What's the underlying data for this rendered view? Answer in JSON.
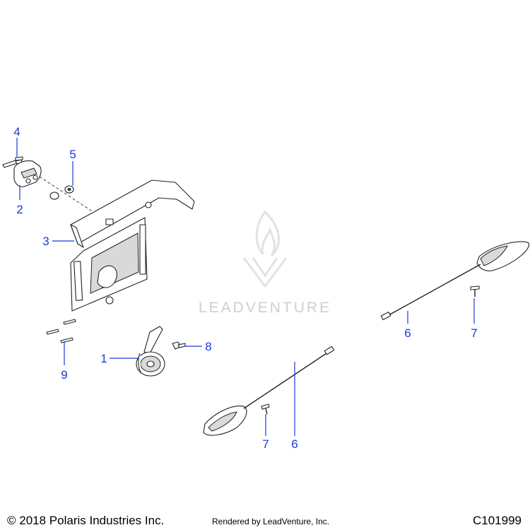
{
  "callouts": [
    {
      "id": "c4",
      "label": "4"
    },
    {
      "id": "c5",
      "label": "5"
    },
    {
      "id": "c2",
      "label": "2"
    },
    {
      "id": "c3",
      "label": "3"
    },
    {
      "id": "c1",
      "label": "1"
    },
    {
      "id": "c8",
      "label": "8"
    },
    {
      "id": "c9",
      "label": "9"
    },
    {
      "id": "c6a",
      "label": "6"
    },
    {
      "id": "c7a",
      "label": "7"
    },
    {
      "id": "c6b",
      "label": "6"
    },
    {
      "id": "c7b",
      "label": "7"
    }
  ],
  "watermark": {
    "text": "LEADVENTURE"
  },
  "footer": {
    "copyright": "© 2018 Polaris Industries Inc.",
    "rendered_by": "Rendered by LeadVenture, Inc.",
    "drawing_id": "C101999"
  },
  "colors": {
    "callout": "#1a3ad6",
    "watermark": "#cfcfcf",
    "line": "#222222"
  }
}
